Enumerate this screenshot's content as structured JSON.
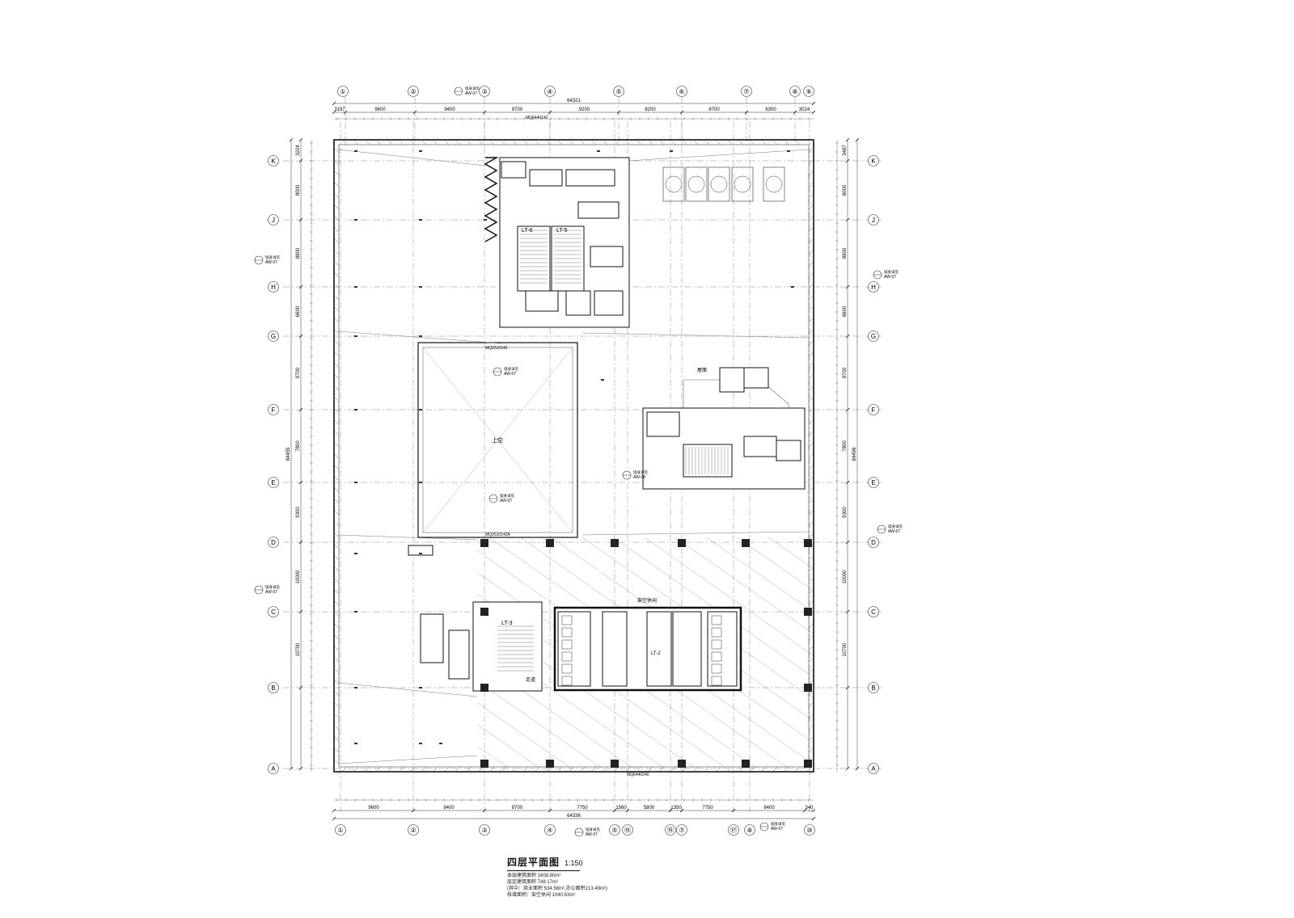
{
  "drawing": {
    "title": "四层平面图",
    "scale": "1:150",
    "notes": [
      "本层建筑面积 1608.80m²",
      "层定建筑面积 748.17m²",
      "(其中：商业面积 534.58m²,办公面积213.49m²)",
      "核增面积：架空休闲 1040.63m²"
    ]
  },
  "grids": {
    "top_cols": [
      "①",
      "②",
      "③",
      "④",
      "⑤",
      "⑥",
      "⑦",
      "⑧",
      "⑨"
    ],
    "bottom_cols": [
      "①",
      "②",
      "③",
      "④",
      "⑤",
      "⑮",
      "⑯",
      "⑦",
      "⑰",
      "⑧",
      "⑩"
    ],
    "rows": [
      "K",
      "J",
      "H",
      "G",
      "F",
      "E",
      "D",
      "C",
      "B",
      "A"
    ]
  },
  "dimensions": {
    "top_total": "64321",
    "top_spans": [
      "3197",
      "9600",
      "9400",
      "8700",
      "9200",
      "8200",
      "8700",
      "6300",
      "3024"
    ],
    "bottom_total": "64336",
    "bottom_spans": [
      "9600",
      "9400",
      "8700",
      "7750",
      "1560",
      "5800",
      "1350",
      "7750",
      "8400",
      "340"
    ],
    "left_total": "84455",
    "left_spans": [
      "3224",
      "8000",
      "8800",
      "6600",
      "9700",
      "7800",
      "9300",
      "10000",
      "10700"
    ],
    "right_total": "84498",
    "right_spans": [
      "3487",
      "8000",
      "8800",
      "6600",
      "9700",
      "7800",
      "9300",
      "10000",
      "10700"
    ]
  },
  "labels": {
    "stair_lt6": "LT-6",
    "stair_lt5": "LT-5",
    "stair_lt3": "LT-3",
    "stair_lt2": "LT-2",
    "void": "上空",
    "roof": "屋面",
    "corridor": "走道",
    "rest_area": "架空休闲",
    "wall_ref": "AW-07",
    "wall_ref2": "AW-08",
    "wall_note": "墙身详见",
    "mq_top": "MQ6440142",
    "mq_bottom": "MQ6440240",
    "mq_void_top": "MQ2510142",
    "mq_void_bottom": "MQ2510142A"
  }
}
